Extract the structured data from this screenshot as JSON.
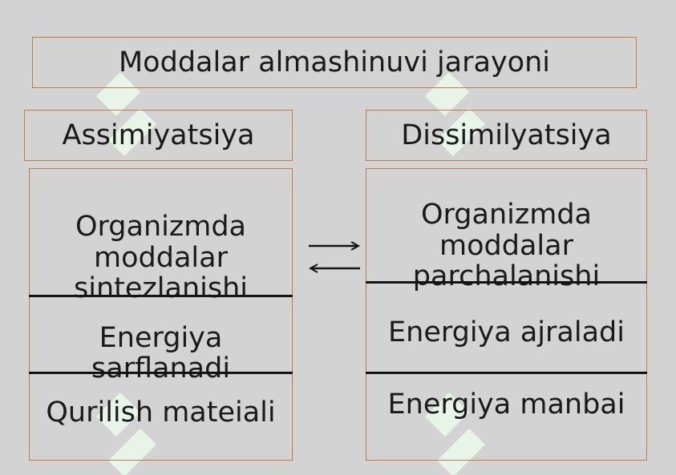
{
  "title": "Moddalar almashinuvi jarayoni",
  "assimilation": {
    "header": "Assimiyatsiya",
    "rows": [
      "Organizmda moddalar sintezlanishi",
      "Energiya sarflanadi",
      "Qurilish mateiali"
    ]
  },
  "dissimilation": {
    "header": "Dissimilyatsiya",
    "rows": [
      "Organizmda moddalar parchalanishi",
      "Energiya ajraladi",
      "Energiya manbai"
    ]
  },
  "colors": {
    "border": "#c07a45",
    "background": "#d3d3d3",
    "divider": "#141414"
  }
}
